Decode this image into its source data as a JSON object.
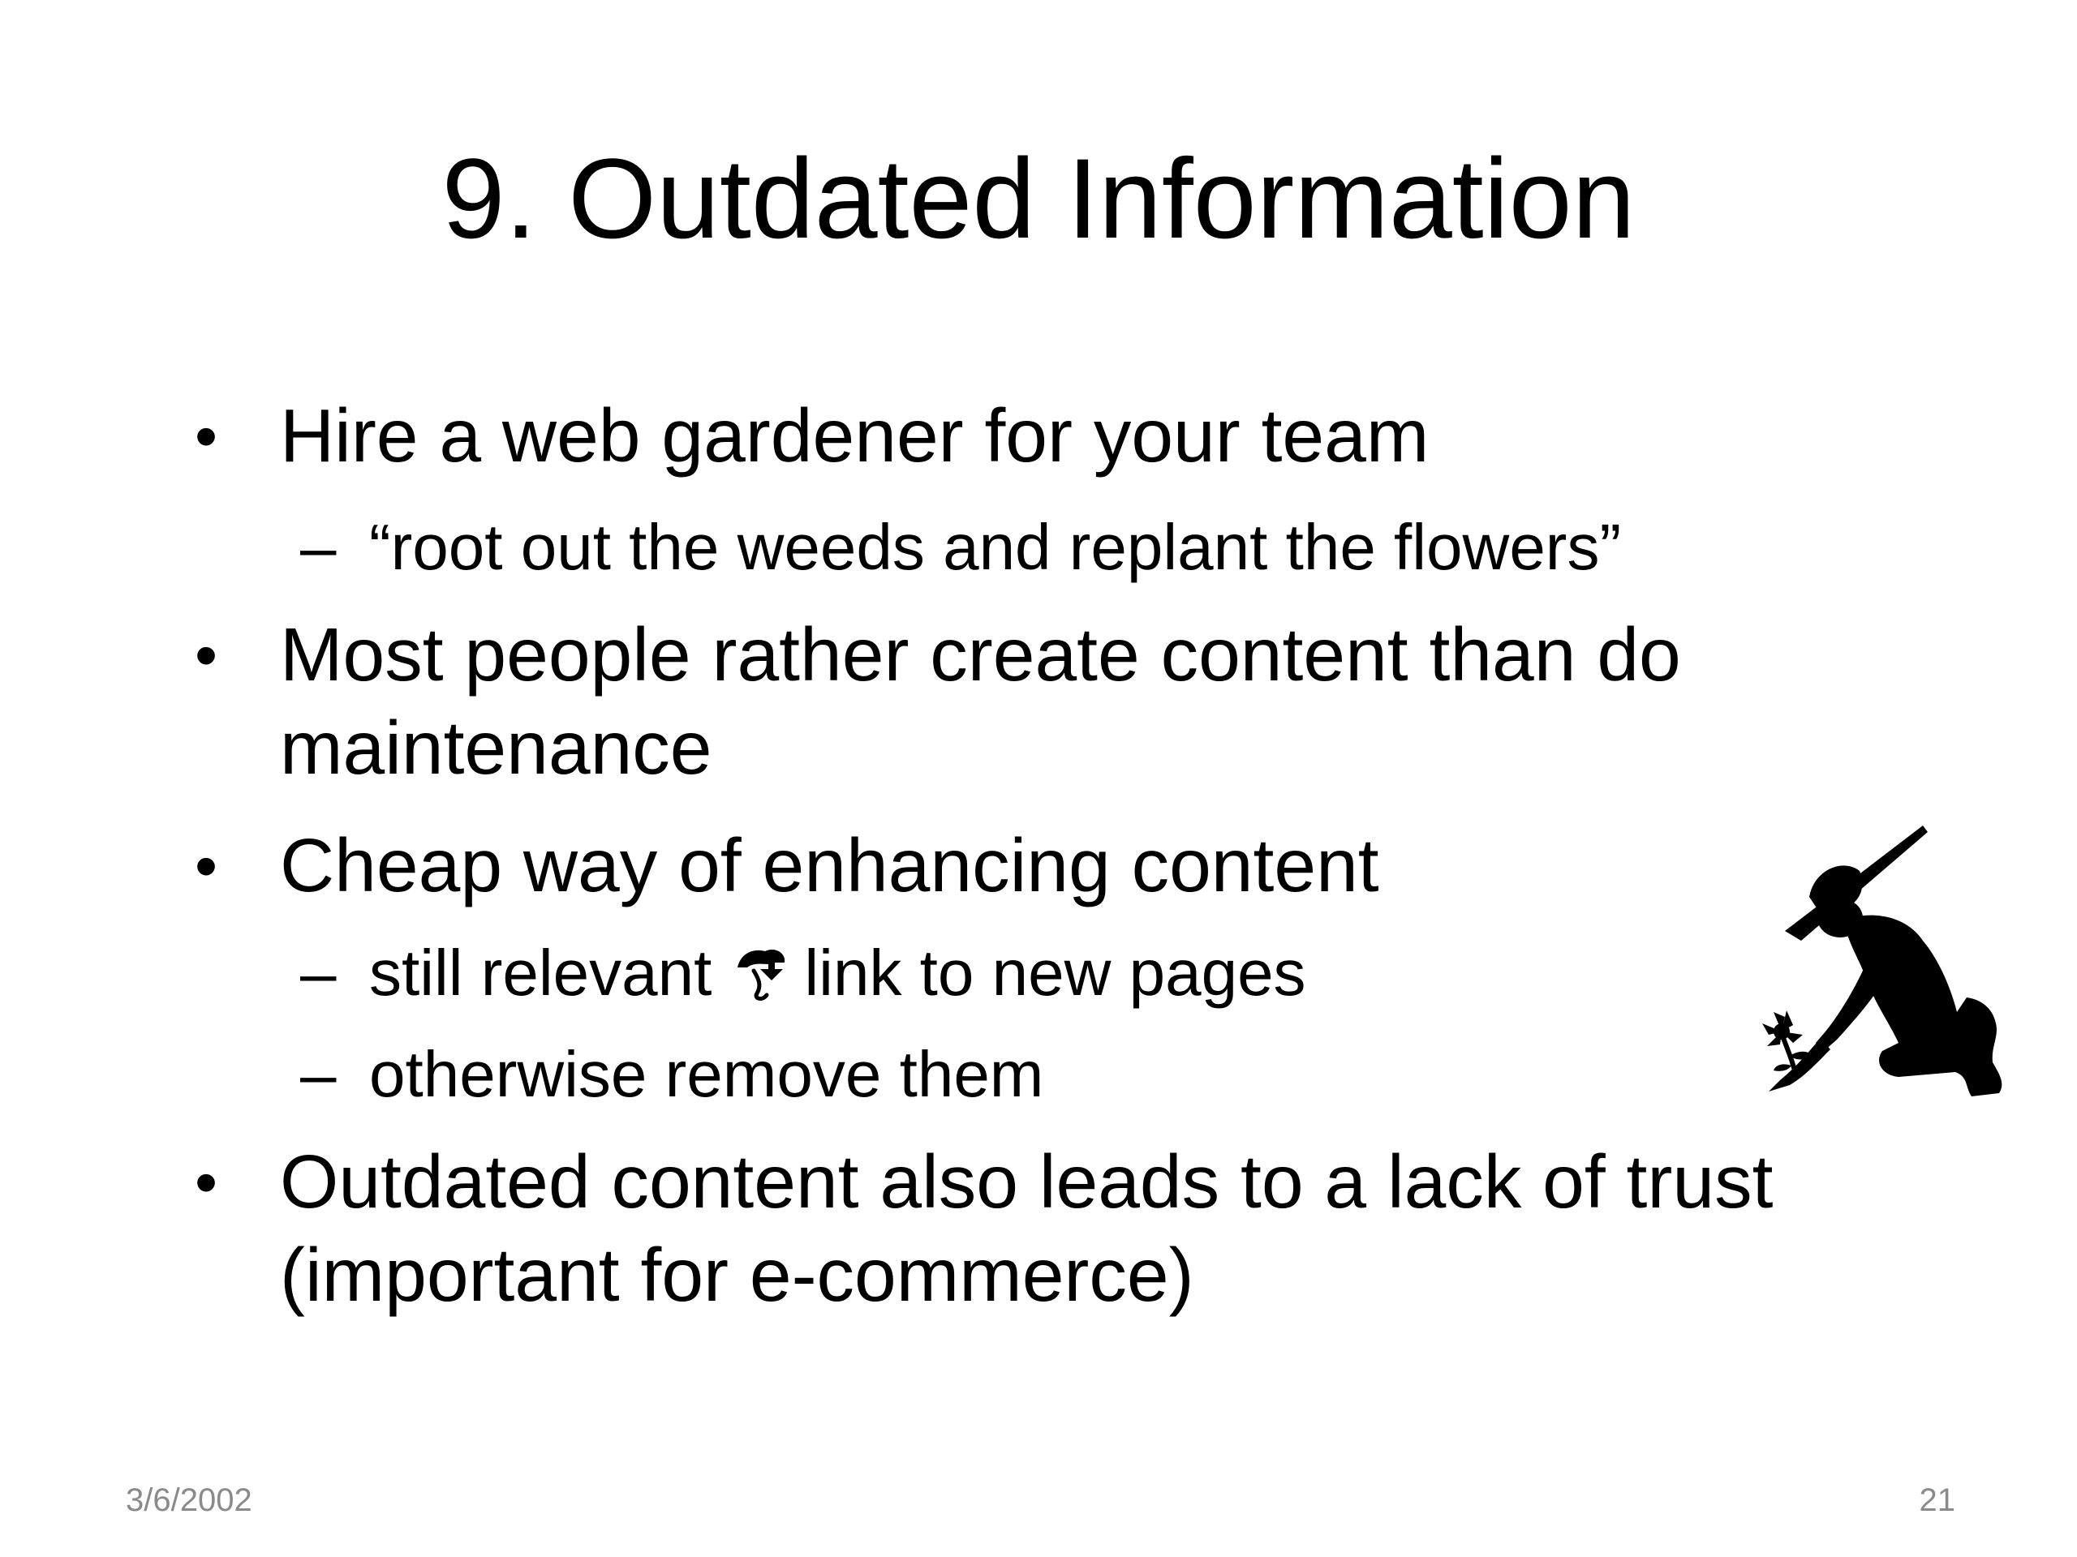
{
  "slide": {
    "title": "9. Outdated Information",
    "bullets": [
      {
        "text": "Hire a web gardener for your team"
      },
      {
        "text": "“root out the weeds and replant the flowers”"
      },
      {
        "text": "Most people rather create content than do maintenance"
      },
      {
        "text": "Cheap way of enhancing content"
      },
      {
        "text_before": "still relevant",
        "icon": "arrow-icon",
        "text_after": "link to new pages"
      },
      {
        "text": "otherwise remove them"
      },
      {
        "text": "Outdated content also leads to a lack of trust (important for e-commerce)"
      }
    ],
    "bullet_symbol": "•",
    "sub_symbol": "–",
    "illustration_icon": "gardener-icon"
  },
  "footer": {
    "date": "3/6/2002",
    "page_number": "21"
  },
  "colors": {
    "text": "#000000",
    "footer": "#8a8a8a",
    "background": "#ffffff"
  }
}
